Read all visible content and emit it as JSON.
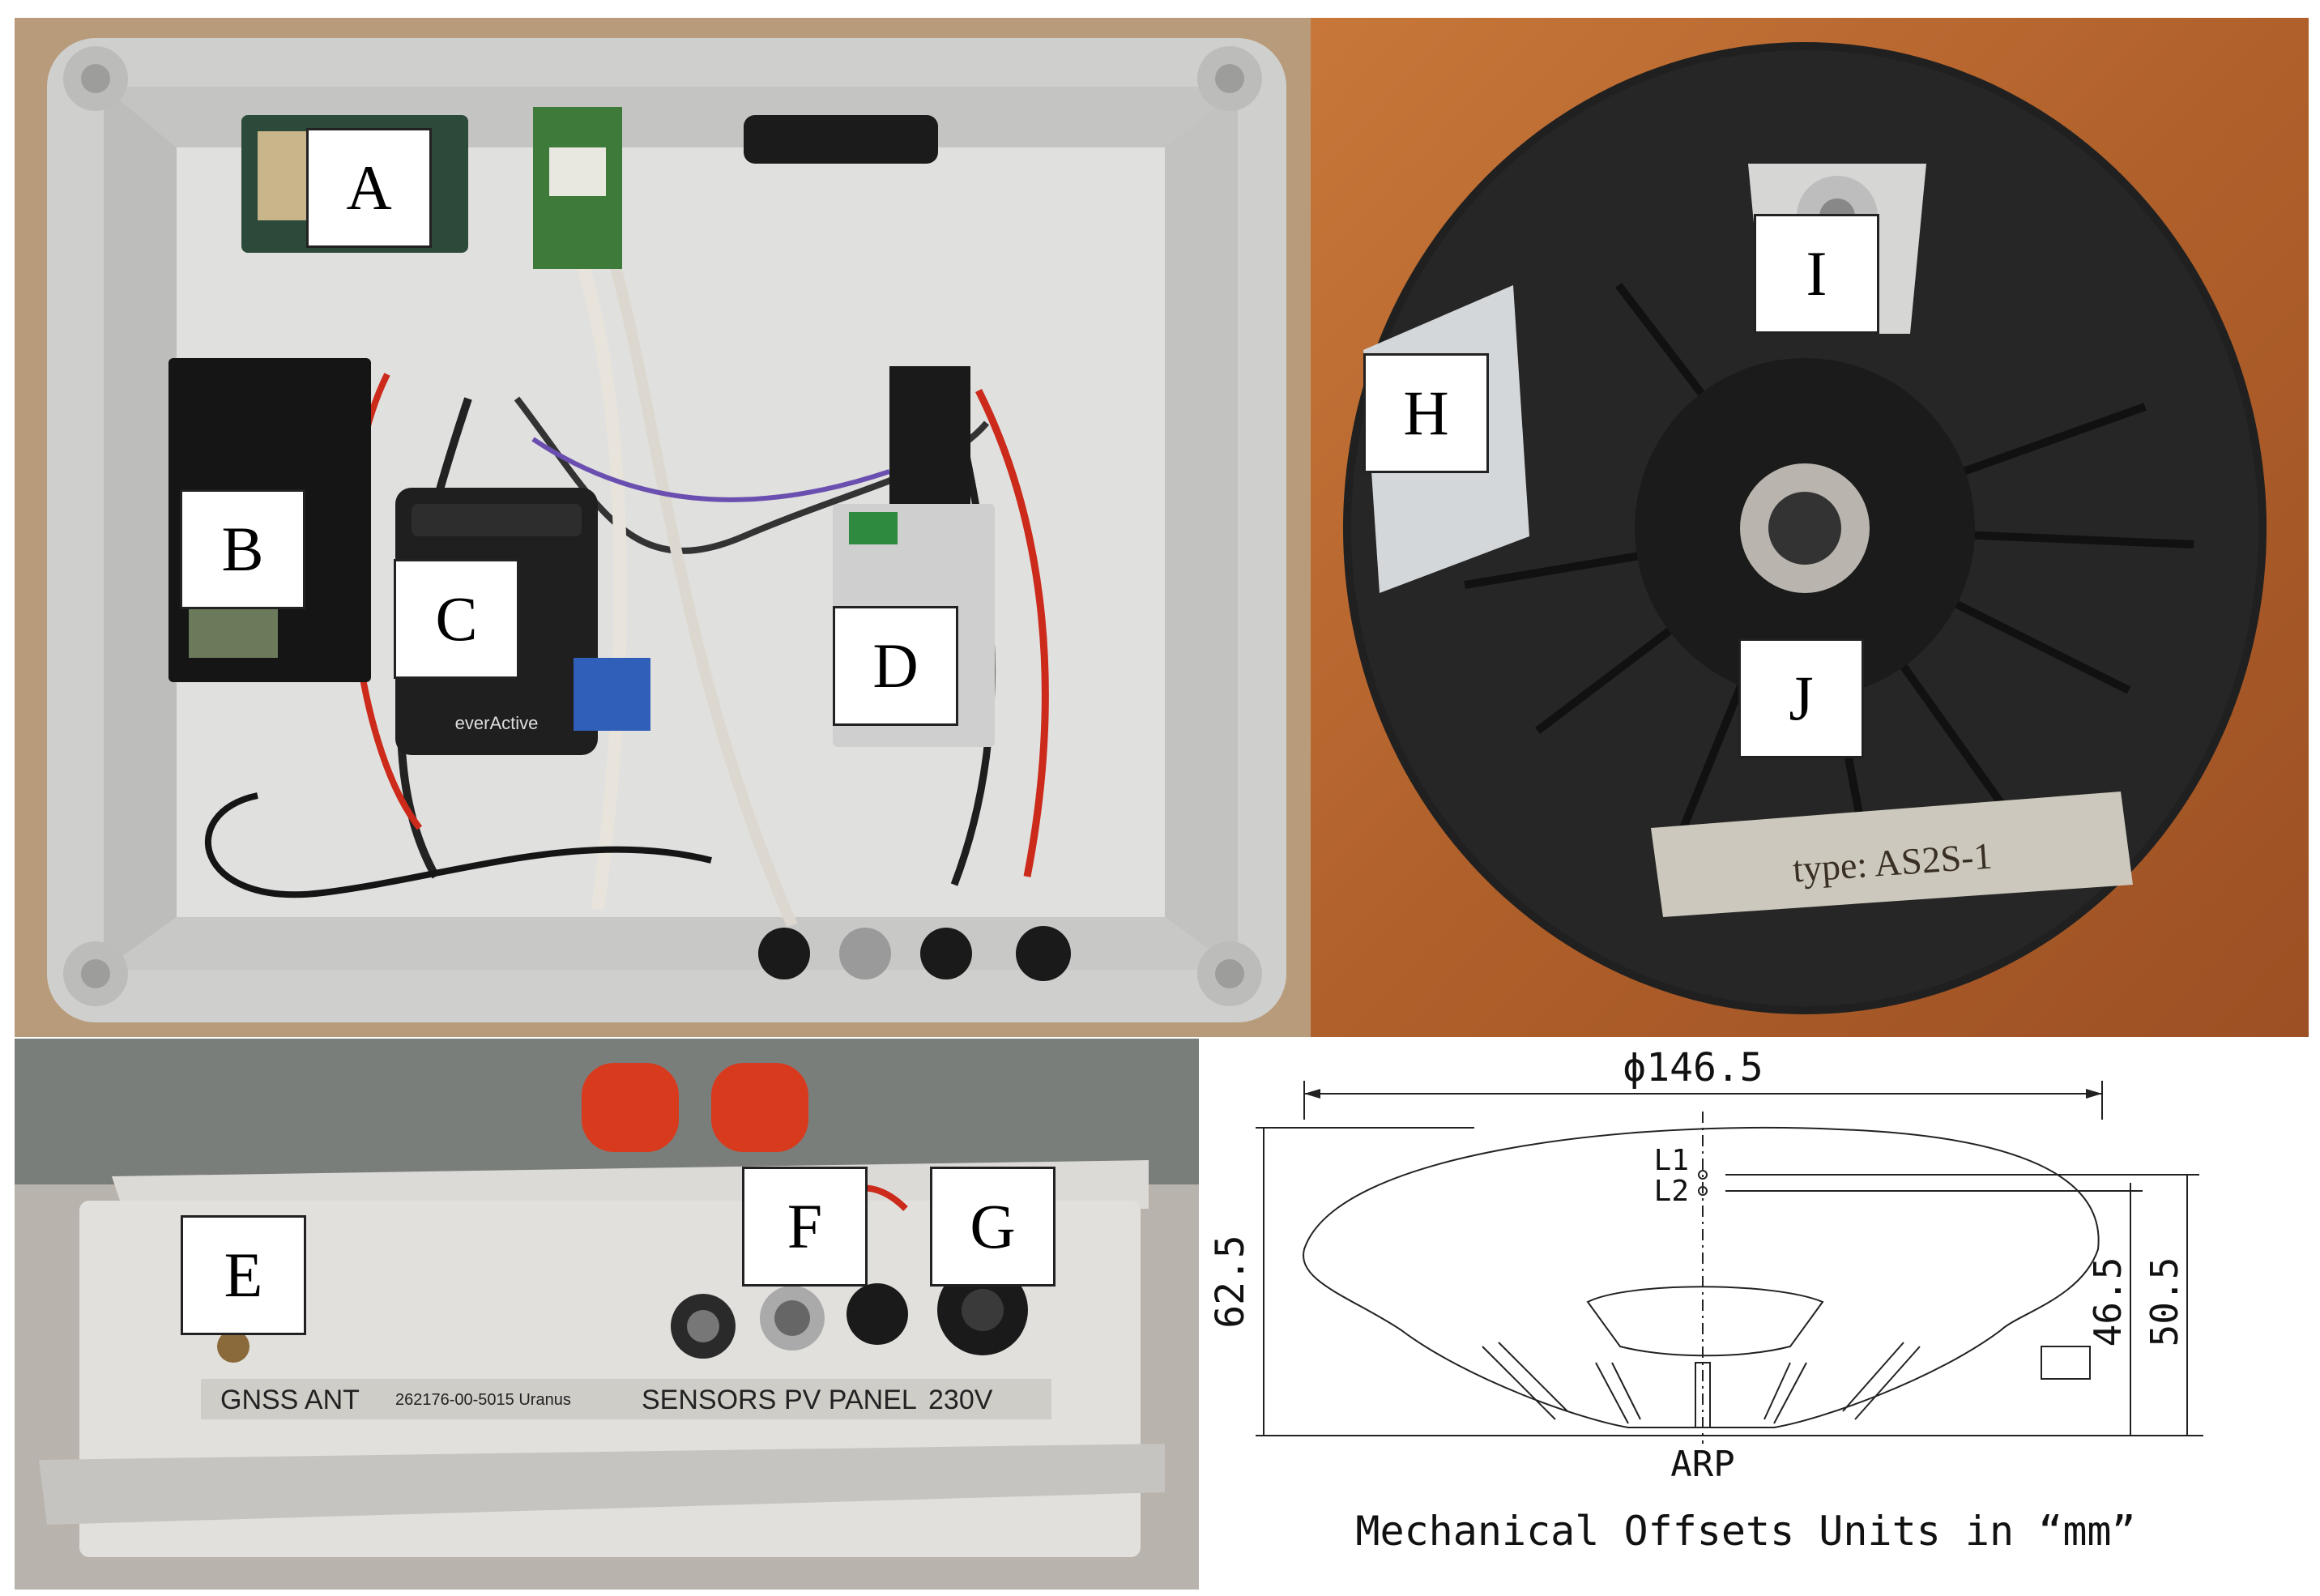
{
  "labels": {
    "A": "A",
    "B": "B",
    "C": "C",
    "D": "D",
    "E": "E",
    "F": "F",
    "G": "G",
    "H": "H",
    "I": "I",
    "J": "J"
  },
  "enclosure": {
    "logger_brand": "everActive"
  },
  "ports_strip": {
    "gnss_ant": "GNSS ANT",
    "serial": "262176-00-5015 Uranus",
    "sensors": "SENSORS",
    "pv_panel": "PV PANEL",
    "mains": "230V"
  },
  "antenna": {
    "type_label": "type: AS2S-1"
  },
  "drawing": {
    "diameter": "ϕ146.5",
    "height_total": "62.5",
    "l1": "L1",
    "l2": "L2",
    "offset_1": "46.5",
    "offset_2": "50.5",
    "arp": "ARP",
    "caption": "Mechanical Offsets Units in  “mm”"
  }
}
